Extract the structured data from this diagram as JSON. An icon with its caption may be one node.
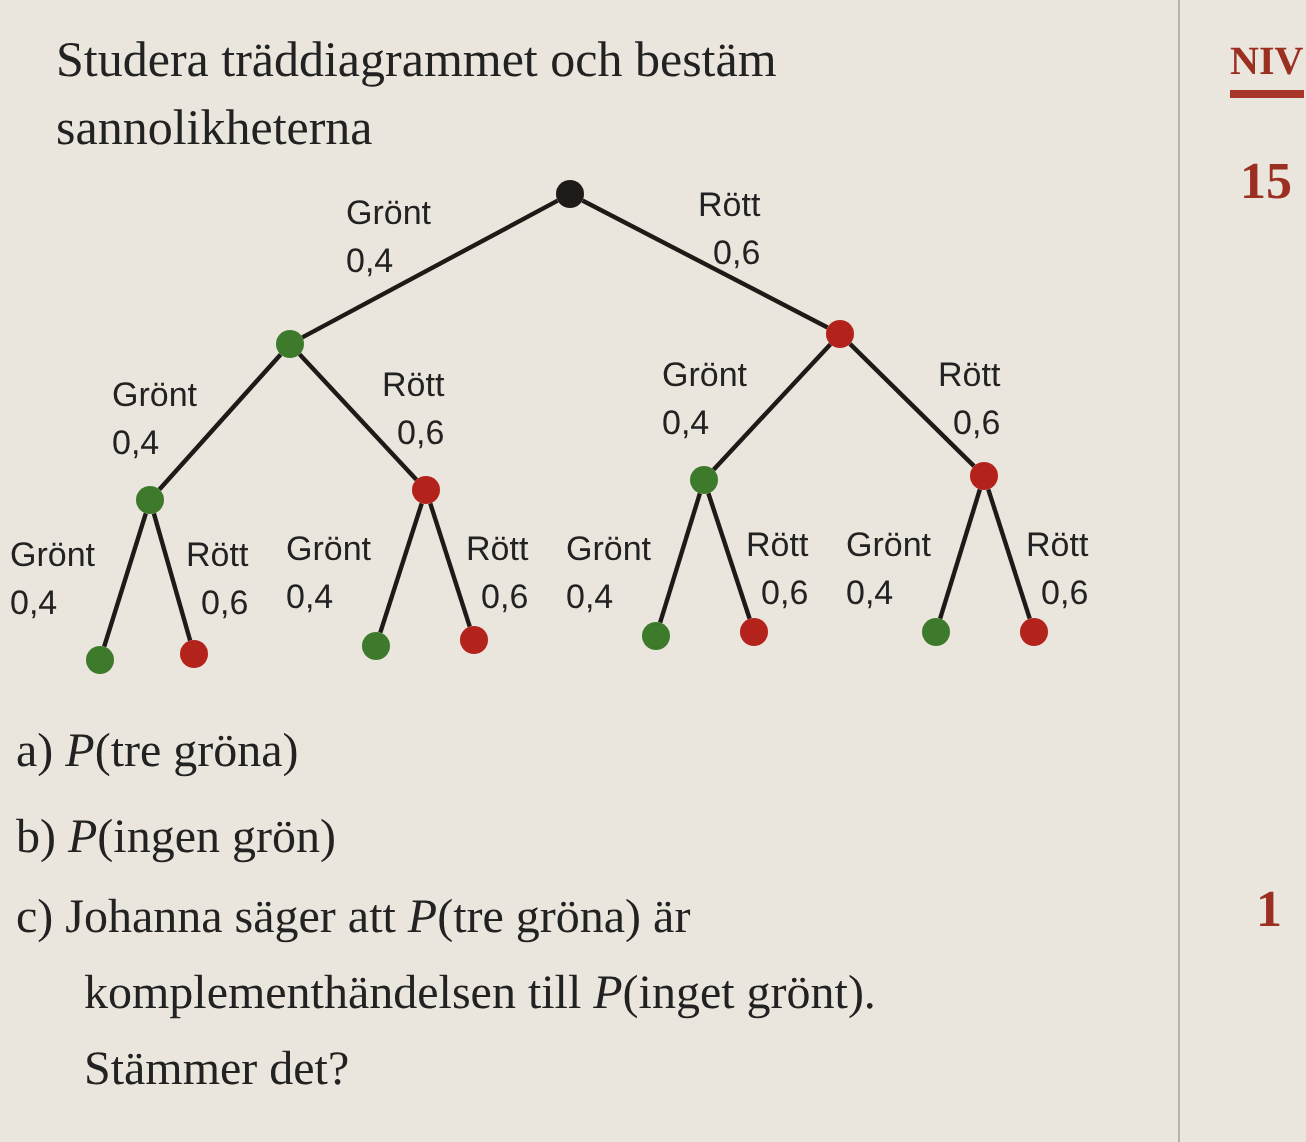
{
  "diagram": {
    "title": "Studera träddiagrammet och bestäm sannolikheterna",
    "nodes": [
      {
        "text": [],
        "shape": "circle"
      },
      {
        "text": [],
        "shape": "circle"
      },
      {
        "text": [],
        "shape": "circle"
      },
      {
        "text": [],
        "shape": "circle"
      },
      {
        "text": [],
        "shape": "circle"
      },
      {
        "text": [],
        "shape": "circle"
      },
      {
        "text": [],
        "shape": "circle"
      },
      {
        "text": [],
        "shape": "circle"
      },
      {
        "text": [],
        "shape": "circle"
      },
      {
        "text": [],
        "shape": "circle"
      },
      {
        "text": [],
        "shape": "circle"
      },
      {
        "text": [],
        "shape": "circle"
      },
      {
        "text": [],
        "shape": "circle"
      },
      {
        "text": [],
        "shape": "circle"
      },
      {
        "text": [],
        "shape": "circle"
      }
    ],
    "edges": [
      {
        "from": 0,
        "to": 1,
        "arrow": "none",
        "label": "Grönt 0,4"
      },
      {
        "from": 0,
        "to": 2,
        "arrow": "none",
        "label": "Rött 0,6"
      },
      {
        "from": 1,
        "to": 3,
        "arrow": "none",
        "label": "Grönt 0,4"
      },
      {
        "from": 1,
        "to": 4,
        "arrow": "none",
        "label": "Rött 0,6"
      },
      {
        "from": 2,
        "to": 5,
        "arrow": "none",
        "label": "Grönt 0,4"
      },
      {
        "from": 2,
        "to": 6,
        "arrow": "none",
        "label": "Rött 0,6"
      },
      {
        "from": 3,
        "to": 7,
        "arrow": "none",
        "label": "Grönt 0,4"
      },
      {
        "from": 3,
        "to": 8,
        "arrow": "none",
        "label": "Rött 0,6"
      },
      {
        "from": 4,
        "to": 9,
        "arrow": "none",
        "label": "Grönt 0,4"
      },
      {
        "from": 4,
        "to": 10,
        "arrow": "none",
        "label": "Rött 0,6"
      },
      {
        "from": 5,
        "to": 11,
        "arrow": "none",
        "label": "Grönt 0,4"
      },
      {
        "from": 5,
        "to": 12,
        "arrow": "none",
        "label": "Rött 0,6"
      },
      {
        "from": 6,
        "to": 13,
        "arrow": "none",
        "label": "Grönt 0,4"
      },
      {
        "from": 6,
        "to": 14,
        "arrow": "none",
        "label": "Rött 0,6"
      }
    ],
    "labels": [
      "NIV",
      "15",
      "a) *P*(tre gröna)",
      "b) *P*(ingen grön)",
      "c) Johanna säger att *P*(tre gröna) är komplementhändelsen till *P*(inget grönt). Stämmer det?",
      "1"
    ]
  }
}
